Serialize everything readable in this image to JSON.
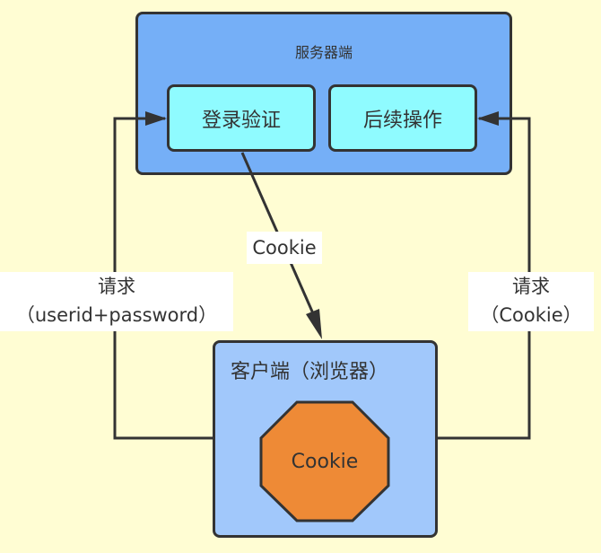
{
  "server": {
    "title": "服务器端",
    "login_box": "登录验证",
    "follow_box": "后续操作"
  },
  "client": {
    "title": "客户端（浏览器）",
    "cookie_store": "Cookie"
  },
  "edges": {
    "left_request": {
      "line1": "请求",
      "line2": "（userid+password）"
    },
    "right_request": {
      "line1": "请求",
      "line2": "（Cookie）"
    },
    "cookie_response": "Cookie"
  },
  "colors": {
    "background": "#fffdd3",
    "server_fill": "#75aff7",
    "client_fill": "#a1c8fb",
    "inner_box_fill": "#8ffbff",
    "cookie_fill": "#ee8a36",
    "stroke": "#333333"
  }
}
